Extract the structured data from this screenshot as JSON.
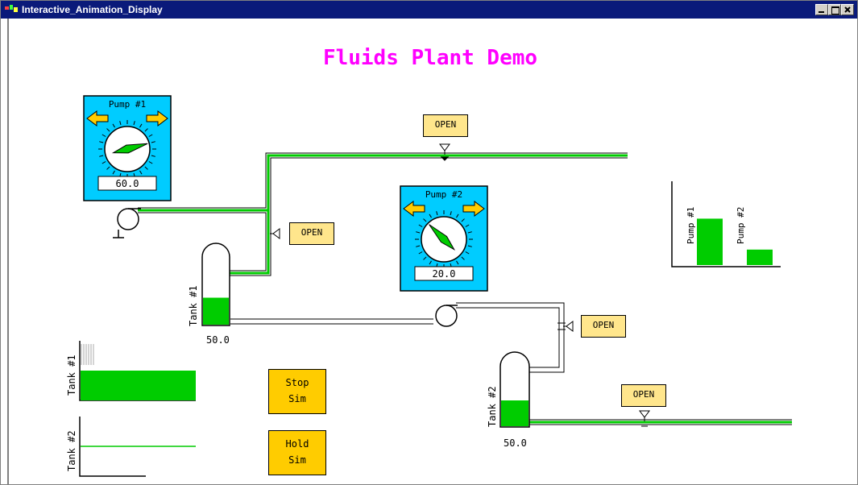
{
  "window": {
    "title": "Interactive_Animation_Display"
  },
  "page_title": "Fluids Plant Demo",
  "pump1": {
    "label": "Pump #1",
    "value": "60.0",
    "speed": 60
  },
  "pump2": {
    "label": "Pump #2",
    "value": "20.0",
    "speed": 20
  },
  "valves": {
    "top_label": "OPEN",
    "mid_label": "OPEN",
    "right_label": "OPEN",
    "bottom_label": "OPEN"
  },
  "tank1": {
    "label": "Tank #1",
    "value": "50.0",
    "level": 0.5
  },
  "tank2": {
    "label": "Tank #2",
    "value": "50.0",
    "level": 0.5
  },
  "buttons": {
    "stop_line1": "Stop",
    "stop_line2": "Sim",
    "hold_line1": "Hold",
    "hold_line2": "Sim"
  },
  "trend": {
    "tank1_label": "Tank #1",
    "tank2_label": "Tank #2"
  },
  "colors": {
    "fluid": "#00cc00",
    "panel": "#00ccff",
    "title": "#ff00ff",
    "button": "#ffcc00",
    "valve_button": "#ffe68c"
  },
  "chart_data": {
    "type": "bar",
    "categories": [
      "Pump #1",
      "Pump #2"
    ],
    "values": [
      60,
      20
    ],
    "ylim": [
      0,
      100
    ]
  }
}
